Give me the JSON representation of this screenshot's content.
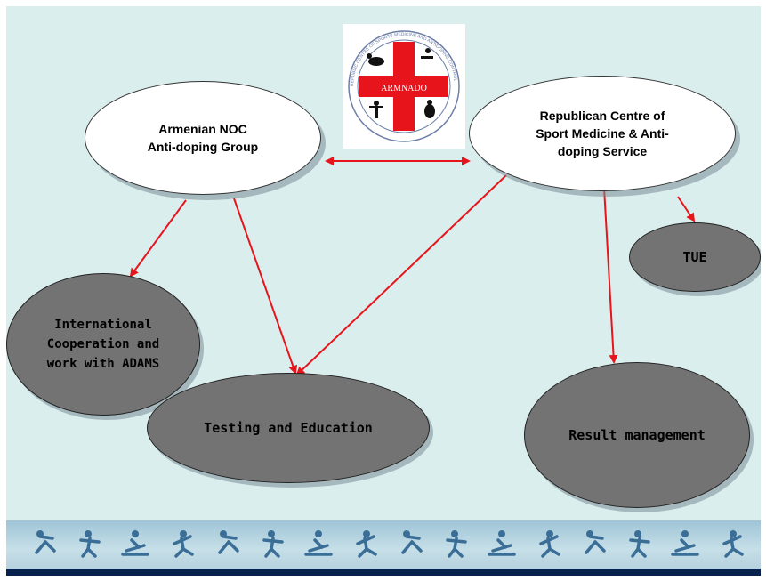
{
  "colors": {
    "background": "#dbeeee",
    "white_node": "#ffffff",
    "grey_node": "#737373",
    "arrow": "#e8141b",
    "banner_dark": "#07234d",
    "sport_icons": "#3a6e96"
  },
  "logo": {
    "text": "ARMNADO",
    "ring_text": "REPUBLIC CENTRE OF SPORTS MEDICINE AND ANTIDOPING CONTROL"
  },
  "nodes": {
    "armenian_noc": "Armenian NOC\nAnti-doping Group",
    "republican_centre": "Republican Centre of\nSport Medicine & Anti-\ndoping Service",
    "tue": "TUE",
    "international": "International\nCooperation and\nwork with ADAMS",
    "testing": "Testing and Education",
    "result": "Result management"
  },
  "banner": {
    "icons": [
      "gymnastics-icon",
      "weightlifting-icon",
      "rowing-icon",
      "basketball-icon",
      "running-icon",
      "cycling-icon",
      "tennis-icon",
      "swimming-icon",
      "boxing-icon",
      "skating-icon",
      "skiing-icon",
      "football-icon",
      "wrestling-icon",
      "volleyball-icon",
      "hockey-icon",
      "fencing-icon"
    ]
  }
}
